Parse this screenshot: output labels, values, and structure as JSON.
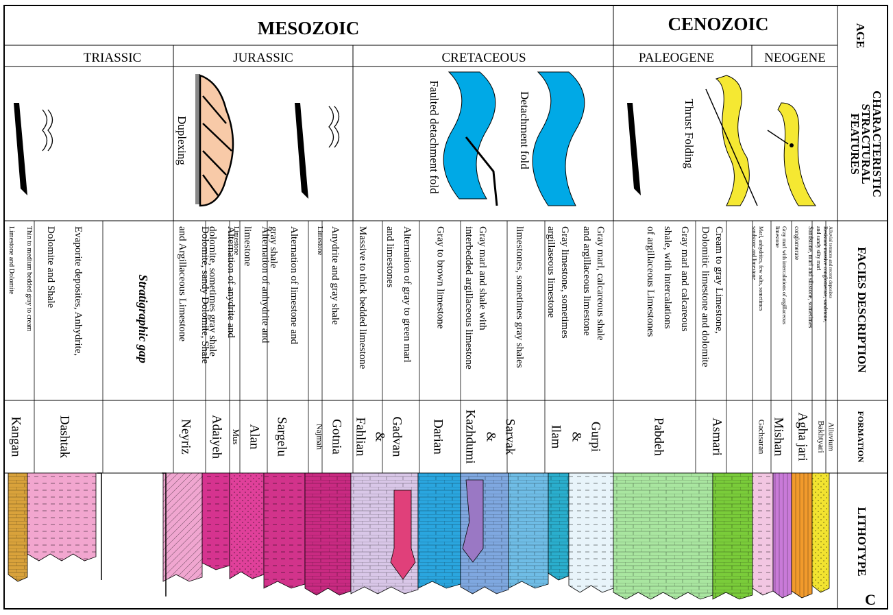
{
  "eras": [
    {
      "name": "MESOZOIC"
    },
    {
      "name": "CENOZOIC"
    }
  ],
  "periods": [
    {
      "name": "TRIASSIC"
    },
    {
      "name": "JURASSIC"
    },
    {
      "name": "CRETACEOUS"
    },
    {
      "name": "PALEOGENE"
    },
    {
      "name": "NEOGENE"
    }
  ],
  "headers": {
    "age": "AGE",
    "structural": [
      "CHARACTERISTIC",
      "STRACTURAL",
      "FEATURES"
    ],
    "facies": "FACIES  DESCRIPTION",
    "formation": "FORMATION",
    "lithotype": "LITHOTYPE"
  },
  "structural_labels": {
    "duplexing": "Duplexing",
    "faulted_detachment": "Faulted detachment fold",
    "detachment": "Detachment fold",
    "thrust": "Thrust Folding"
  },
  "stratigraphic_gap": "Stratigraphic gap",
  "facies": [
    {
      "id": "triassic-thin",
      "lines": [
        "Thin to medium bedded gray to cream",
        "Limestone and Dolomite"
      ]
    },
    {
      "id": "triassic-evap",
      "lines": [
        "Evaporite deposites, Anhydrite,",
        "Dolomite and Shale"
      ]
    },
    {
      "id": "neyriz",
      "lines": [
        "Dolomite, sandy Dolomite, Shale",
        "and Argillaceous Limestone"
      ]
    },
    {
      "id": "adaiyeh",
      "lines": [
        "Alternation of anydrite and",
        "dolomite, sometimes gray shale"
      ]
    },
    {
      "id": "mus",
      "lines": [
        "Limestone"
      ]
    },
    {
      "id": "alan",
      "lines": [
        "Alternation of anhydrite and",
        "limestone"
      ]
    },
    {
      "id": "sargelu",
      "lines": [
        "Alternation of limestone and",
        "gray shale"
      ]
    },
    {
      "id": "najmah",
      "lines": [
        "Limestone"
      ]
    },
    {
      "id": "gotnia",
      "lines": [
        "Anydrite and gray shale"
      ]
    },
    {
      "id": "fahlian",
      "lines": [
        "Massive to thick bedded limestone"
      ]
    },
    {
      "id": "gadvan",
      "lines": [
        "Alternation of gray to green marl",
        "and limestones"
      ]
    },
    {
      "id": "darian",
      "lines": [
        "Gray to brown limestone"
      ]
    },
    {
      "id": "kazhdumi",
      "lines": [
        "Gray marl and shale with",
        "interbedded argillaceous limestone"
      ]
    },
    {
      "id": "sarvak",
      "lines": [
        "limestones, sometimes gray shales"
      ]
    },
    {
      "id": "ilam",
      "lines": [
        "Gray limestone, sometimes",
        "argillaseous limestone"
      ]
    },
    {
      "id": "gurpi",
      "lines": [
        "Gray marl, calcareous shale",
        "and argillaceous limestone"
      ]
    },
    {
      "id": "pabdeh",
      "lines": [
        "Gray marl and calcareous",
        "shale, with intercalations",
        "of argillaceous Limestones"
      ]
    },
    {
      "id": "asmari",
      "lines": [
        "Cream to gray Limestone,",
        "Dolomitic limestone and dolomite"
      ]
    },
    {
      "id": "gachsaran",
      "lines": [
        "Marl, anhydrites, few salts, sometimes",
        "sandstone and limestone"
      ]
    },
    {
      "id": "mishan",
      "lines": [
        "Gray marl with intercalations of argillaceous",
        "limestone"
      ]
    },
    {
      "id": "aghajari",
      "lines": [
        "Sandstone, marl and siltstone, sometimes",
        "conglomerate"
      ]
    },
    {
      "id": "bakhtyari",
      "lines": [
        "Resistant massive conglomerate, sandstone,",
        "and sandy silty marl"
      ]
    },
    {
      "id": "alluvium",
      "lines": [
        "Alluvial terraces and recent deposites"
      ]
    }
  ],
  "formations": [
    {
      "id": "kangan",
      "name": "Kangan"
    },
    {
      "id": "dashtak",
      "name": "Dashtak"
    },
    {
      "id": "neyriz",
      "name": "Neyriz"
    },
    {
      "id": "adaiyeh",
      "name": "Adaiyeh"
    },
    {
      "id": "mus",
      "name": "Mus"
    },
    {
      "id": "alan",
      "name": "Alan"
    },
    {
      "id": "sargelu",
      "name": "Sargelu"
    },
    {
      "id": "najmah",
      "name": "Najmah"
    },
    {
      "id": "gotnia",
      "name": "Gotnia"
    },
    {
      "id": "fahlian",
      "name": "Fahlian"
    },
    {
      "id": "amp1",
      "name": "&"
    },
    {
      "id": "gadvan",
      "name": "Gadvan"
    },
    {
      "id": "darian",
      "name": "Darian"
    },
    {
      "id": "kazhdumi",
      "name": "Kazhdumi"
    },
    {
      "id": "amp2",
      "name": "&"
    },
    {
      "id": "sarvak",
      "name": "Sarvak"
    },
    {
      "id": "ilam",
      "name": "Ilam"
    },
    {
      "id": "amp3",
      "name": "&"
    },
    {
      "id": "gurpi",
      "name": "Gurpi"
    },
    {
      "id": "pabdeh",
      "name": "Pabdeh"
    },
    {
      "id": "asmari",
      "name": "Asmari"
    },
    {
      "id": "gachsaran",
      "name": "Gachsaran"
    },
    {
      "id": "mishan",
      "name": "Mishan"
    },
    {
      "id": "aghajari",
      "name": "Agha jari"
    },
    {
      "id": "bakhtyari",
      "name": "Bakhtyari"
    },
    {
      "id": "alluvium",
      "name": "Alluvium"
    }
  ],
  "lithology_colors": {
    "kangan": "#d9a23b",
    "dashtak": "#f2a6cf",
    "neyriz": "#f0a6d0",
    "adaiyeh": "#d6338f",
    "alan": "#e0409a",
    "sargelu": "#d2338b",
    "gotnia": "#c92a82",
    "fahlian": "#d9c7e8",
    "gadvan_inset": "#e0407a",
    "darian": "#2aa6df",
    "kazhdumi": "#7fa8e0",
    "kazhdumi_inset": "#9a78c4",
    "sarvak_ilam": "#6fbde6",
    "gurpi": "#2aaecd",
    "gurpi_light": "#e8f4fa",
    "pabdeh": "#a9e6a0",
    "asmari": "#7acc3a",
    "gachsaran": "#f2c6e2",
    "mishan": "#c97ad8",
    "aghajari": "#f19a2c",
    "bakhtyari": "#f2e330",
    "structure_blue": "#00a9e6",
    "structure_yellow": "#f5e832",
    "structure_peach": "#f8caa8"
  },
  "corner_letter": "C"
}
